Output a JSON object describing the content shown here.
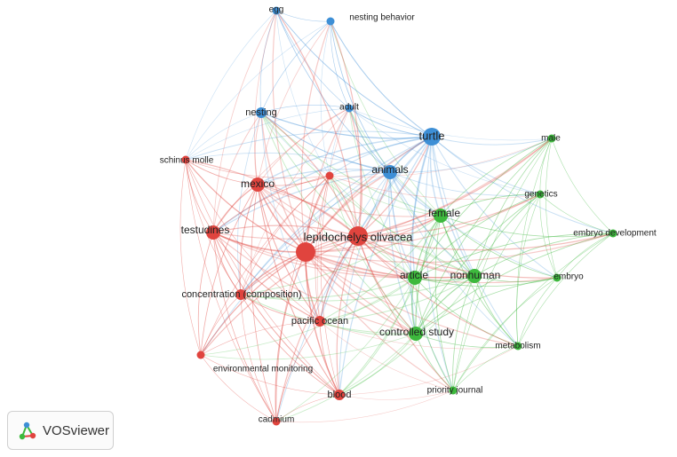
{
  "app": {
    "brand": "VOSviewer",
    "logo_icon": "vosviewer-logo-icon"
  },
  "colors": {
    "cluster_red": "#e0443e",
    "cluster_green": "#3db93d",
    "cluster_blue": "#3d8fd6"
  },
  "network": {
    "clusters": [
      {
        "id": 1,
        "color": "#e0443e"
      },
      {
        "id": 2,
        "color": "#3db93d"
      },
      {
        "id": 3,
        "color": "#3d8fd6"
      }
    ],
    "nodes": [
      {
        "id": "egg",
        "label": "egg",
        "cluster": 3,
        "weight": 1
      },
      {
        "id": "nesting_behavior",
        "label": "nesting behavior",
        "cluster": 3,
        "weight": 1
      },
      {
        "id": "adult",
        "label": "adult",
        "cluster": 3,
        "weight": 1
      },
      {
        "id": "nesting",
        "label": "nesting",
        "cluster": 3,
        "weight": 2
      },
      {
        "id": "turtle",
        "label": "turtle",
        "cluster": 3,
        "weight": 4
      },
      {
        "id": "animals",
        "label": "animals",
        "cluster": 3,
        "weight": 3
      },
      {
        "id": "schinus_molle",
        "label": "schinus molle",
        "cluster": 1,
        "weight": 1
      },
      {
        "id": "mexico",
        "label": "mexico",
        "cluster": 1,
        "weight": 3
      },
      {
        "id": "unlabeled_red",
        "label": "",
        "cluster": 1,
        "weight": 1
      },
      {
        "id": "testudines",
        "label": "testudines",
        "cluster": 1,
        "weight": 3
      },
      {
        "id": "lepidochelys_olivacea",
        "label": "lepidochelys olivacea",
        "cluster": 1,
        "weight": 5
      },
      {
        "id": "concentration_composition",
        "label": "concentration (composition)",
        "cluster": 1,
        "weight": 2
      },
      {
        "id": "pacific_ocean",
        "label": "pacific ocean",
        "cluster": 1,
        "weight": 2
      },
      {
        "id": "environmental_monitoring",
        "label": "environmental monitoring",
        "cluster": 1,
        "weight": 1
      },
      {
        "id": "blood",
        "label": "blood",
        "cluster": 1,
        "weight": 2
      },
      {
        "id": "cadmium",
        "label": "cadmium",
        "cluster": 1,
        "weight": 1
      },
      {
        "id": "male",
        "label": "male",
        "cluster": 2,
        "weight": 1
      },
      {
        "id": "genetics",
        "label": "genetics",
        "cluster": 2,
        "weight": 1
      },
      {
        "id": "female",
        "label": "female",
        "cluster": 2,
        "weight": 3
      },
      {
        "id": "embryo_development",
        "label": "embryo development",
        "cluster": 2,
        "weight": 1
      },
      {
        "id": "article",
        "label": "article",
        "cluster": 2,
        "weight": 3
      },
      {
        "id": "nonhuman",
        "label": "nonhuman",
        "cluster": 2,
        "weight": 3
      },
      {
        "id": "embryo",
        "label": "embryo",
        "cluster": 2,
        "weight": 1
      },
      {
        "id": "controlled_study",
        "label": "controlled study",
        "cluster": 2,
        "weight": 3
      },
      {
        "id": "metabolism",
        "label": "metabolism",
        "cluster": 2,
        "weight": 1
      },
      {
        "id": "priority_journal",
        "label": "priority journal",
        "cluster": 2,
        "weight": 1
      }
    ]
  }
}
